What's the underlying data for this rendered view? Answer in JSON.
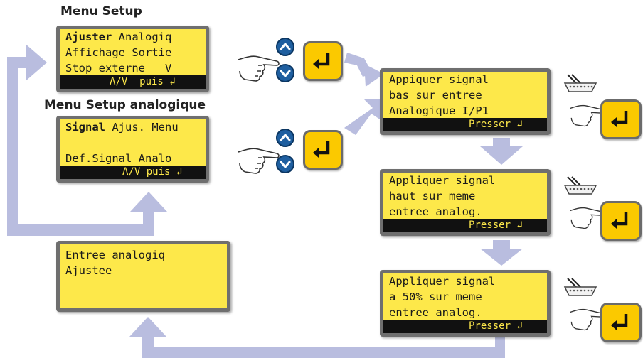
{
  "colors": {
    "lcd_background": "#fde84a",
    "lcd_bar": "#111111",
    "button": "#fbc900",
    "arrow": "#b9bddf",
    "nav_button": "#1f5fa0"
  },
  "menu_setup": {
    "title": "Menu Setup",
    "line1_bold": "Ajuster",
    "line1_rest": " Analogiq",
    "line2": "Affichage Sortie",
    "line3": "Stop externe   V",
    "bar": "Λ/V  puis ↲"
  },
  "menu_setup_analog": {
    "title": "Menu Setup analogique",
    "line1_bold": "Signal",
    "line1_rest": " Ajus. Menu",
    "line2": "",
    "line3": "Def.Signal Analo",
    "bar": "Λ/V puis ↲"
  },
  "result": {
    "line1": "Entree analogiq",
    "line2": "Ajustee"
  },
  "steps": [
    {
      "line1": "Appiquer signal",
      "line2": "bas sur entree",
      "line3": "Analogique I/P1",
      "bar": "Presser ↲"
    },
    {
      "line1": "Appliquer signal",
      "line2": "haut sur meme",
      "line3": "entree analog.",
      "bar": "Presser ↲"
    },
    {
      "line1": "Appliquer signal",
      "line2": "a 50% sur meme",
      "line3": "entree analog.",
      "bar": "Presser ↲"
    }
  ],
  "icons": {
    "enter": "enter-key-icon",
    "up": "arrow-up-icon",
    "down": "arrow-down-icon",
    "hand": "pointing-hand-icon",
    "connector": "sub-d-connector-icon"
  }
}
